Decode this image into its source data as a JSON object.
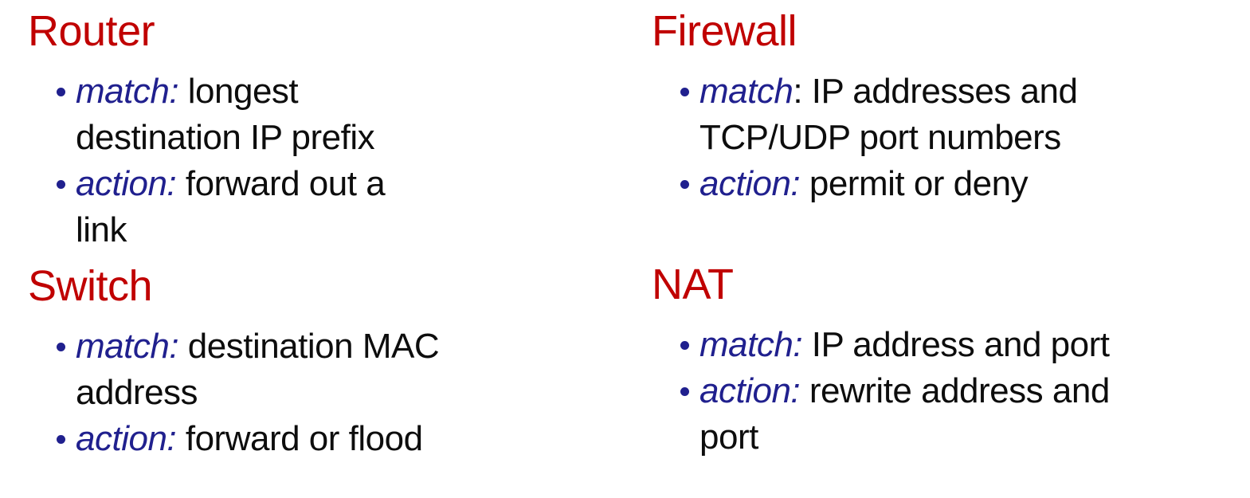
{
  "colors": {
    "background": "#ffffff",
    "heading": "#c00000",
    "label": "#20208e",
    "body": "#0d0d0d"
  },
  "columns": [
    {
      "sections": [
        {
          "title": "Router",
          "bullets": [
            {
              "label": "match:",
              "text": " longest",
              "text2": "destination IP prefix"
            },
            {
              "label": "action:",
              "text": " forward out a",
              "text2": "link"
            }
          ]
        },
        {
          "title": "Switch",
          "bullets": [
            {
              "label": "match:",
              "text": " destination MAC",
              "text2": "address"
            },
            {
              "label": "action:",
              "text": " forward or flood",
              "text2": ""
            }
          ]
        }
      ]
    },
    {
      "sections": [
        {
          "title": "Firewall",
          "bullets": [
            {
              "label": "match",
              "text": ": IP addresses and",
              "text2": "TCP/UDP port numbers"
            },
            {
              "label": "action:",
              "text": " permit or deny",
              "text2": ""
            }
          ]
        },
        {
          "title": "NAT",
          "bullets": [
            {
              "label": "match:",
              "text": " IP address and port",
              "text2": ""
            },
            {
              "label": "action:",
              "text": " rewrite address and",
              "text2": "port"
            }
          ]
        }
      ]
    }
  ]
}
